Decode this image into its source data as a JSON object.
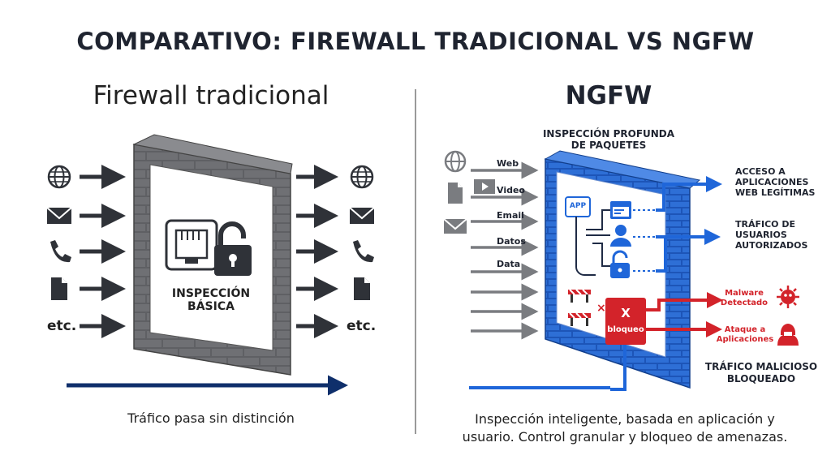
{
  "title": "COMPARATIVO: FIREWALL TRADICIONAL VS NGFW",
  "left": {
    "heading": "Firewall tradicional",
    "wall_label_line1": "INSPECCIÓN",
    "wall_label_line2": "BÁSICA",
    "etc_in": "etc.",
    "etc_out": "etc.",
    "caption": "Tráfico pasa sin distinción",
    "input_icons": [
      "globe-icon",
      "mail-icon",
      "phone-icon",
      "document-icon"
    ],
    "output_icons": [
      "globe-icon",
      "mail-icon",
      "phone-icon",
      "document-icon"
    ]
  },
  "right": {
    "heading": "NGFW",
    "top_label_line1": "INSPECCIÓN PROFUNDA",
    "top_label_line2": "DE PAQUETES",
    "traffic_labels": [
      "Web",
      "Video",
      "Email",
      "Datos",
      "Data"
    ],
    "app_badge": "APP",
    "block_x": "X",
    "block_label": "bloqueo",
    "outputs": [
      {
        "line1": "ACCESO A",
        "line2": "APLICACIONES",
        "line3": "WEB LEGÍTIMAS"
      },
      {
        "line1": "TRÁFICO DE",
        "line2": "USUARIOS",
        "line3": "AUTORIZADOS"
      }
    ],
    "threats": [
      {
        "line1": "Malware",
        "line2": "Detectado"
      },
      {
        "line1": "Ataque a",
        "line2": "Aplicaciones"
      }
    ],
    "blocked_line1": "TRÁFICO MALICIOSO",
    "blocked_line2": "BLOQUEADO",
    "caption_line1": "Inspección inteligente, basada en aplicación y",
    "caption_line2": "usuario. Control granular y bloqueo de amenazas."
  },
  "colors": {
    "dark": "#2f3238",
    "wall_gray": "#6d6e72",
    "wall_blue": "#2e6fd6",
    "arrow_blue": "#1f66d9",
    "red": "#d3232a",
    "navy": "#0f2f6b"
  }
}
